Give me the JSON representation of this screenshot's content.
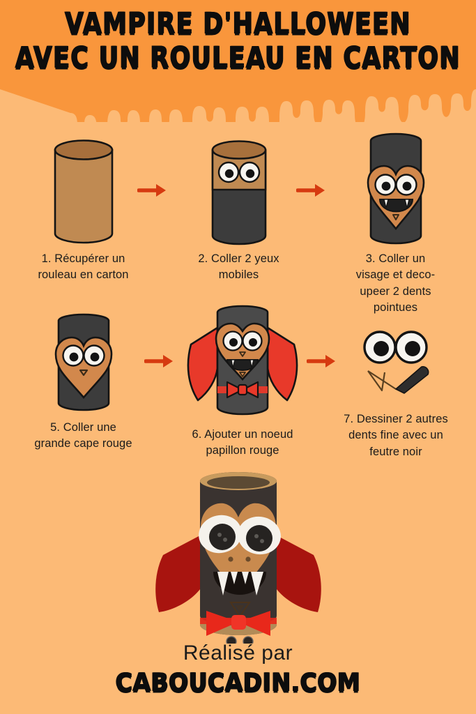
{
  "colors": {
    "background": "#FCBA76",
    "header_orange": "#F9963C",
    "arrow_red": "#D63A10",
    "cape_red": "#EE3B24",
    "cape_red_dark": "#A8140F",
    "roll_tan": "#C08A52",
    "roll_tan_dark": "#A7703C",
    "face_orange": "#D2884C",
    "black_paper": "#3C3C3C",
    "outline": "#141414",
    "text": "#1b1b1b"
  },
  "header": {
    "title_line1": "VAMPIRE D'HALLOWEEN",
    "title_line2": "AVEC UN ROULEAU EN CARTON"
  },
  "steps": [
    {
      "id": "step-1",
      "number": "1.",
      "caption_lines": [
        "1. Récupérer un",
        "rouleau en carton"
      ],
      "art": "plain-cardboard-roll"
    },
    {
      "id": "step-2",
      "number": "2.",
      "caption_lines": [
        "2. Coller 2 yeux",
        "mobiles"
      ],
      "art": "roll-with-googly-eyes"
    },
    {
      "id": "step-3",
      "number": "3.",
      "caption_lines": [
        "3. Coller un",
        "visage et deco-",
        "upeer 2 dents",
        "pointues"
      ],
      "art": "roll-with-heart-face-and-fangs"
    },
    {
      "id": "step-5",
      "number": "5.",
      "caption_lines": [
        "5. Coller une",
        "grande cape rouge"
      ],
      "art": "roll-with-heart-face"
    },
    {
      "id": "step-6",
      "number": "6.",
      "caption_lines": [
        "6. Ajouter un noeud",
        "papillon rouge"
      ],
      "art": "vampire-with-cape-and-bowtie"
    },
    {
      "id": "step-7",
      "number": "7.",
      "caption_lines": [
        "7. Dessiner 2 autres",
        "dents fine avec un",
        "feutre noir"
      ],
      "art": "eyes-and-marker-tooth"
    }
  ],
  "final_photo": {
    "alt": "Vampire termine en rouleau de carton avec cape rouge et noeud papillon"
  },
  "footer": {
    "made_by": "Réalisé par",
    "brand": "CABOUCADIN.COM"
  }
}
